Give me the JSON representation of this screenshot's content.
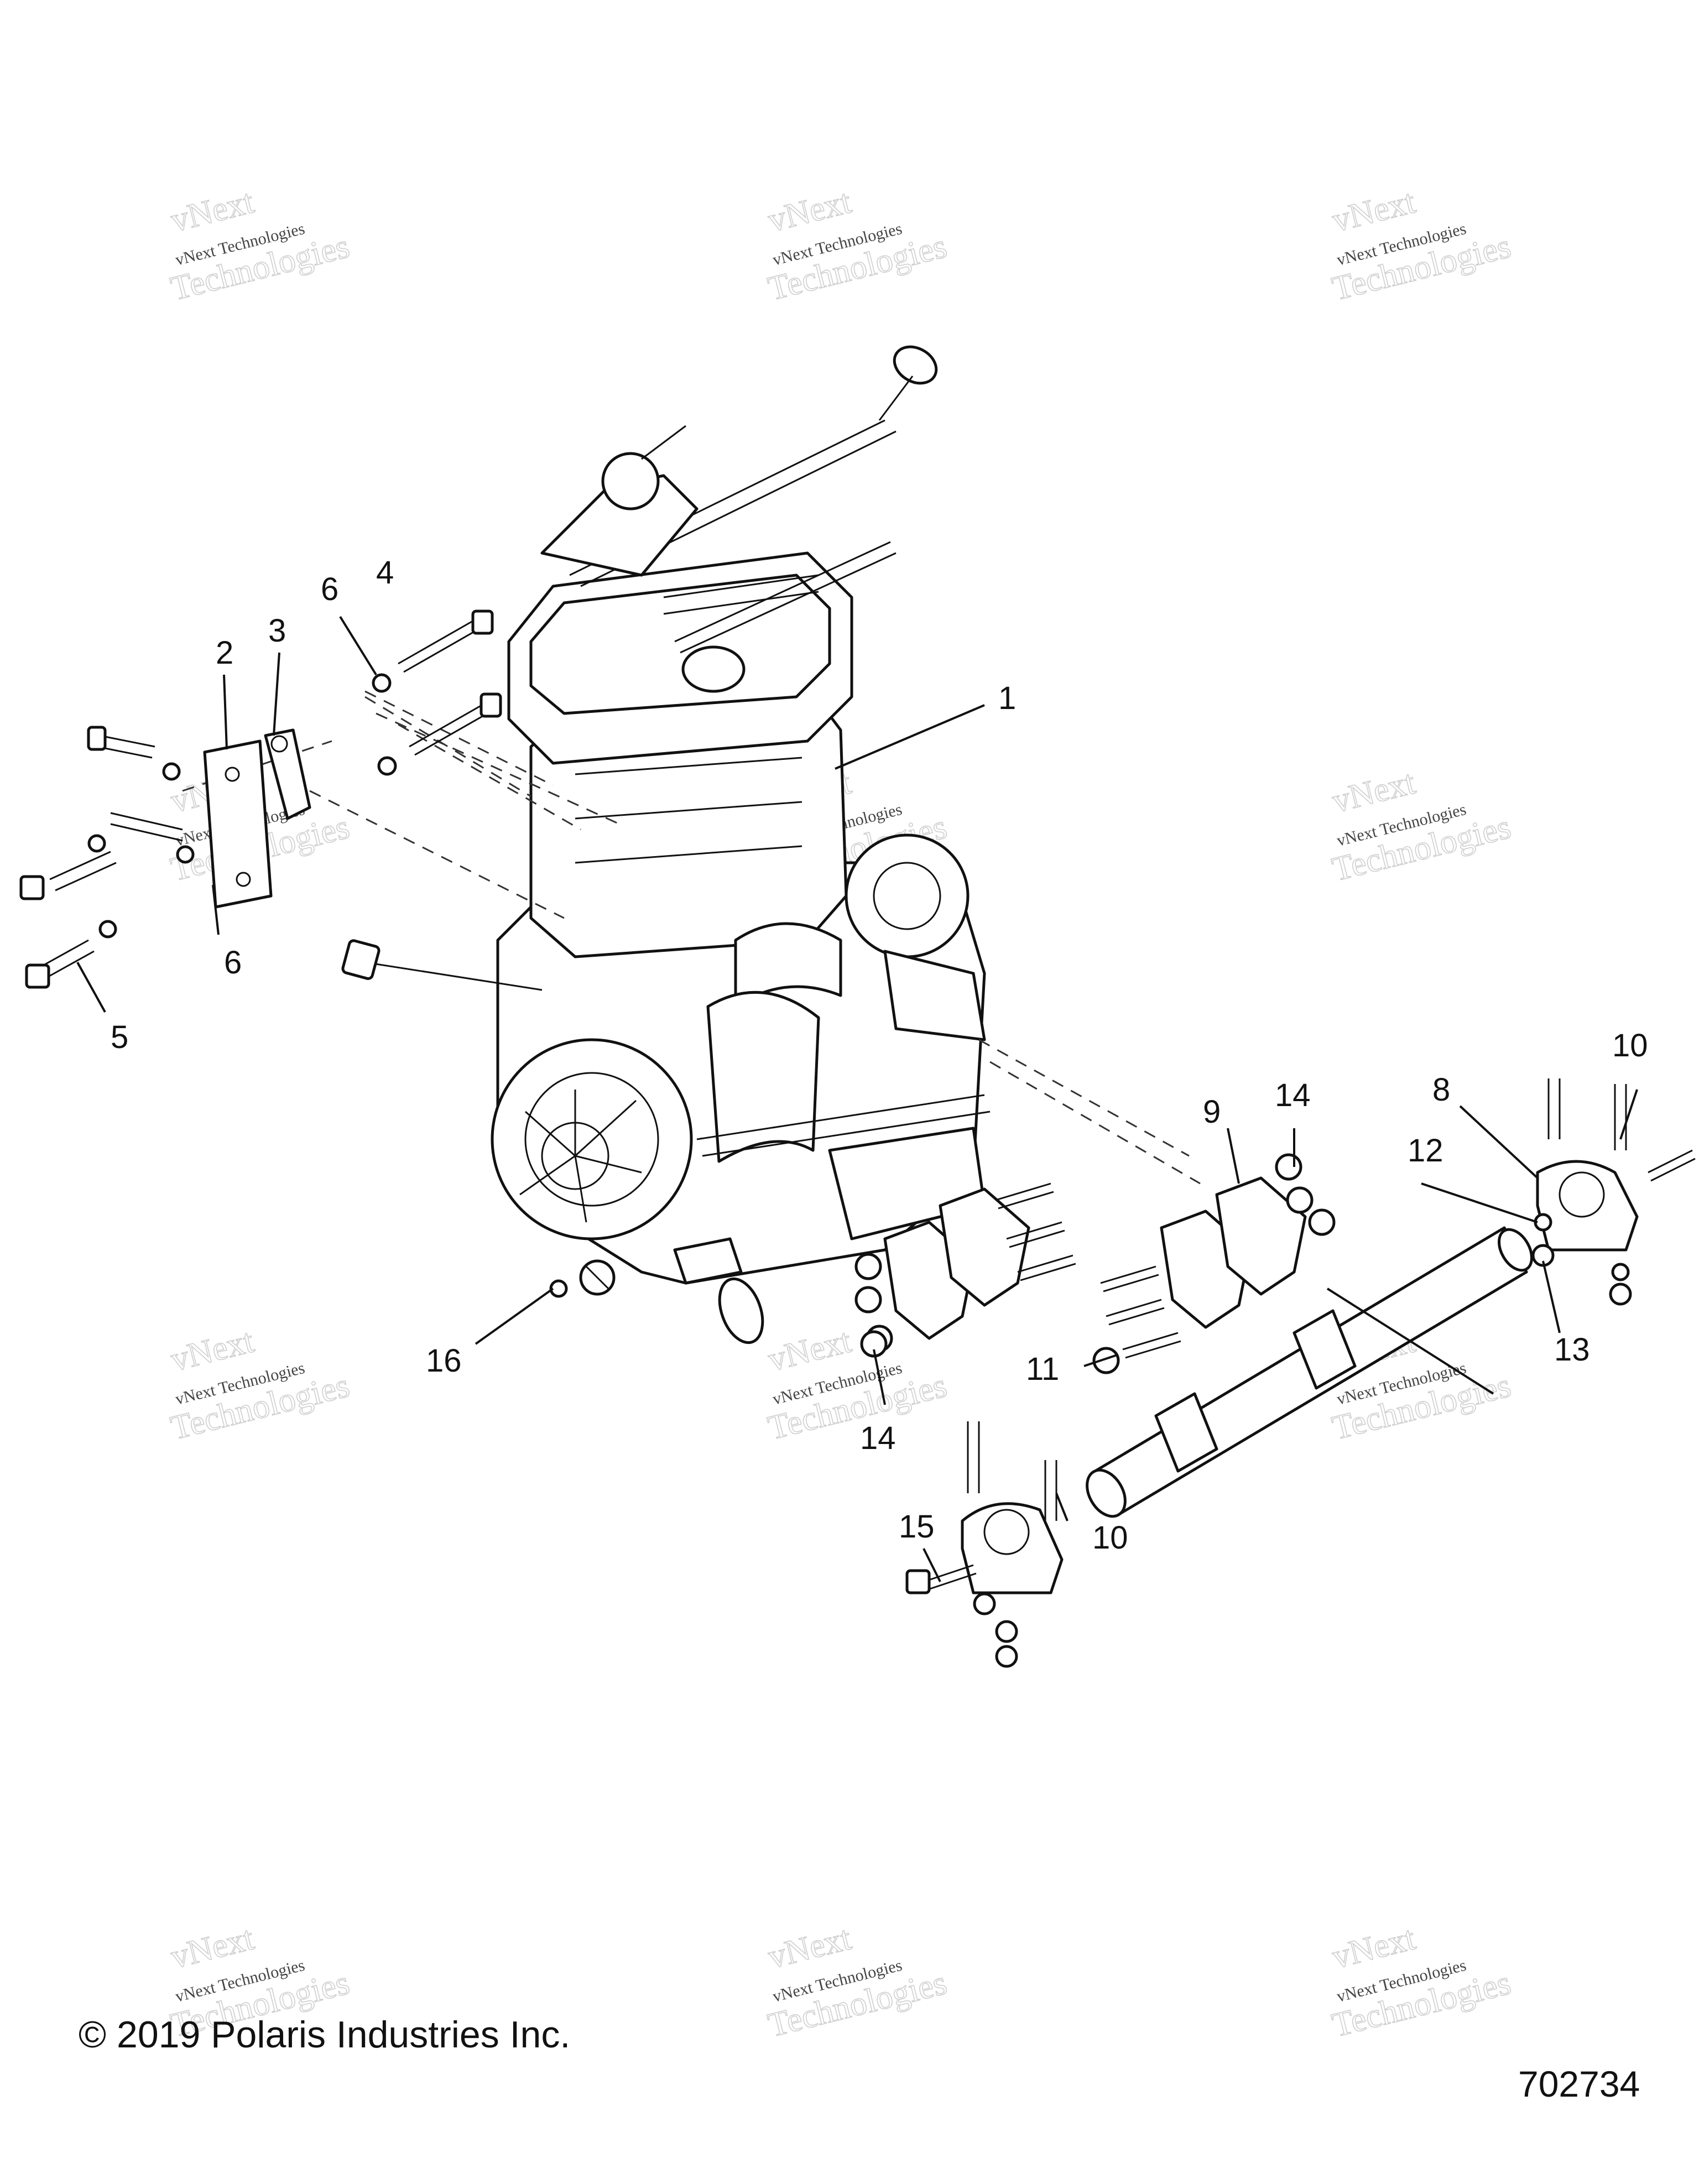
{
  "callouts": [
    "1",
    "2",
    "3",
    "4",
    "5",
    "6",
    "6",
    "8",
    "9",
    "10",
    "10",
    "11",
    "12",
    "13",
    "14",
    "14",
    "15",
    "16"
  ],
  "watermark": {
    "line1": "vNext Technologies",
    "line2": "vNext",
    "line3": "Technologies"
  },
  "copyright": "© 2019 Polaris Industries Inc.",
  "figure_number": "702734"
}
